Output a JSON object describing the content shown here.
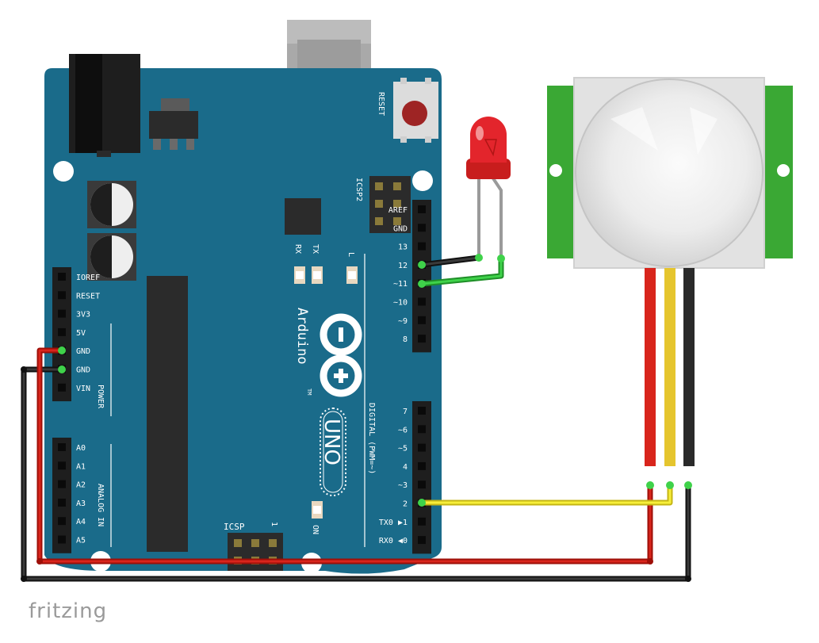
{
  "board": {
    "reset_label": "RESET",
    "icsp2_label": "ICSP2",
    "icsp_label": "ICSP",
    "brand_label": "Arduino",
    "model_label": "UNO",
    "tm_label": "TM",
    "rx_label": "RX",
    "tx_label": "TX",
    "l_label": "L",
    "on_label": "ON",
    "icsp_pin1": "1",
    "power_label": "POWER",
    "analog_label": "ANALOG IN",
    "digital_label": "DIGITAL (PWM=~)",
    "left_pins": [
      "IOREF",
      "RESET",
      "3V3",
      "5V",
      "GND",
      "GND",
      "VIN"
    ],
    "analog_pins": [
      "A0",
      "A1",
      "A2",
      "A3",
      "A4",
      "A5"
    ],
    "digital_top_pins": [
      "AREF",
      "GND",
      "13",
      "12",
      "~11",
      "~10",
      "~9",
      "8"
    ],
    "digital_bottom_pins": [
      "7",
      "~6",
      "~5",
      "4",
      "~3",
      "2",
      "TX0 ▶1",
      "RX0 ◀0"
    ]
  },
  "branding": {
    "fritzing": "fritzing"
  },
  "colors": {
    "board": "#1a6b8a",
    "board_dark": "#0f5470",
    "wire_red": "#c8150c",
    "wire_black": "#1a1a1a",
    "wire_green": "#2fbf3a",
    "wire_yellow": "#f2e71c",
    "pir_green": "#3aa834",
    "led_red": "#e3252c"
  }
}
